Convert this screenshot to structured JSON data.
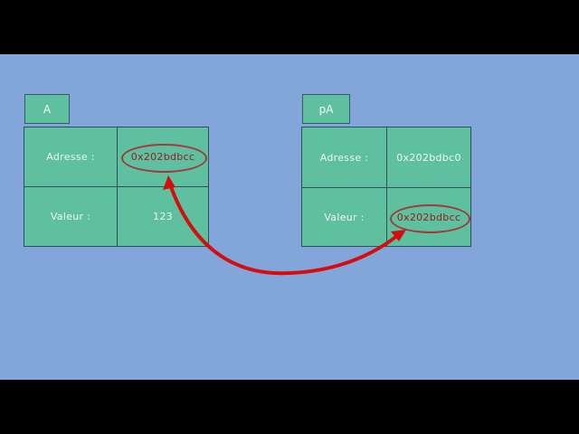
{
  "colors": {
    "background": "#82a6da",
    "letterbox": "#000000",
    "cell_fill": "#5bc29b",
    "arrow": "#d40e0e",
    "highlight_ellipse": "#a33a3c",
    "highlight_text": "#9b1c22"
  },
  "variable_a": {
    "name": "A",
    "rows": [
      {
        "label": "Adresse :",
        "value": "0x202bdbcc",
        "highlighted": true
      },
      {
        "label": "Valeur :",
        "value": "123",
        "highlighted": false
      }
    ]
  },
  "variable_pa": {
    "name": "pA",
    "rows": [
      {
        "label": "Adresse :",
        "value": "0x202bdbc0",
        "highlighted": false
      },
      {
        "label": "Valeur :",
        "value": "0x202bdbcc",
        "highlighted": true
      }
    ]
  },
  "arrow": {
    "from": "pA.Valeur",
    "to": "A.Adresse",
    "style": "double-headed curved"
  }
}
